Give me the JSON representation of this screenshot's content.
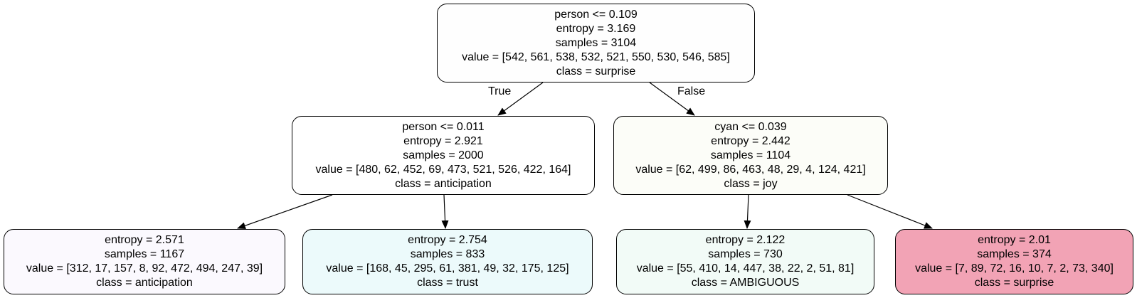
{
  "tree": {
    "edge_labels": {
      "true_label": "True",
      "false_label": "False"
    },
    "nodes": {
      "root": {
        "lines": [
          "person <= 0.109",
          "entropy = 3.169",
          "samples = 3104",
          "value = [542, 561, 538, 532, 521, 550, 530, 546, 585]",
          "class = surprise"
        ],
        "fill": "#fefefe"
      },
      "n1": {
        "lines": [
          "person <= 0.011",
          "entropy = 2.921",
          "samples = 2000",
          "value = [480, 62, 452, 69, 473, 521, 526, 422, 164]",
          "class = anticipation"
        ],
        "fill": "#ffffff"
      },
      "n2": {
        "lines": [
          "cyan <= 0.039",
          "entropy = 2.442",
          "samples = 1104",
          "value = [62, 499, 86, 463, 48, 29, 4, 124, 421]",
          "class = joy"
        ],
        "fill": "#fcfdf8"
      },
      "n3": {
        "lines": [
          "entropy = 2.571",
          "samples = 1167",
          "value = [312, 17, 157, 8, 92, 472, 494, 247, 39]",
          "class = anticipation"
        ],
        "fill": "#fbf9fe"
      },
      "n4": {
        "lines": [
          "entropy = 2.754",
          "samples = 833",
          "value = [168, 45, 295, 61, 381, 49, 32, 175, 125]",
          "class = trust"
        ],
        "fill": "#ecfafb"
      },
      "n5": {
        "lines": [
          "entropy = 2.122",
          "samples = 730",
          "value = [55, 410, 14, 447, 38, 22, 2, 51, 81]",
          "class = AMBIGUOUS"
        ],
        "fill": "#f2fbf7"
      },
      "n6": {
        "lines": [
          "entropy = 2.01",
          "samples = 374",
          "value = [7, 89, 72, 16, 10, 7, 2, 73, 340]",
          "class = surprise"
        ],
        "fill": "#f2a3b5"
      }
    }
  }
}
